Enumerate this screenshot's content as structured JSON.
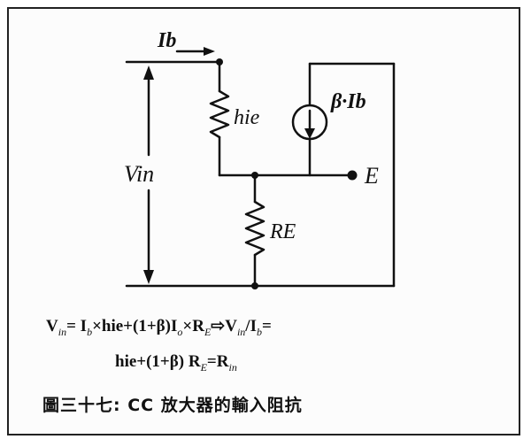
{
  "diagram": {
    "labels": {
      "ib": "Ib",
      "hie": "hie",
      "beta_ib": "β·Ib",
      "e": "E",
      "vin": "Vin",
      "re": "RE"
    }
  },
  "equations": {
    "line1": {
      "v": "V",
      "v_sub": "in",
      "eq1": "= I",
      "ib_sub": "b",
      "mid": "×hie+(1+β)I",
      "io_sub": "o",
      "xr": "×R",
      "re_sub": "E",
      "arrow": "⇨",
      "v2": "V",
      "v2_sub": "in",
      "slash": "/I",
      "ib2_sub": "b",
      "end": "="
    },
    "line2": {
      "a": "hie+(1+β) R",
      "re_sub": "E",
      "b": "=R",
      "rin_sub": "in"
    }
  },
  "caption": "圖三十七: CC 放大器的輸入阻抗"
}
